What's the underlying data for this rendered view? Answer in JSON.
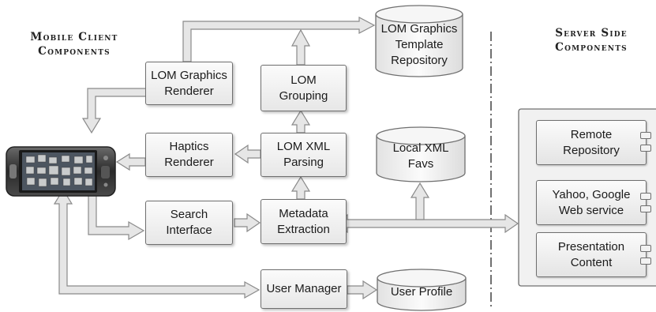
{
  "titles": {
    "mobile": [
      "Mobile Client",
      "Components"
    ],
    "server": [
      "Server Side",
      "Components"
    ]
  },
  "boxes": {
    "lom_graphics_renderer": [
      "LOM Graphics",
      "Renderer"
    ],
    "lom_grouping": [
      "LOM",
      "Grouping"
    ],
    "haptics_renderer": [
      "Haptics",
      "Renderer"
    ],
    "lom_xml_parsing": [
      "LOM XML",
      "Parsing"
    ],
    "search_interface": [
      "Search",
      "Interface"
    ],
    "metadata_extraction": [
      "Metadata",
      "Extraction"
    ],
    "user_manager": [
      "User Manager"
    ]
  },
  "databases": {
    "lom_graphics_template_repository": [
      "LOM Graphics",
      "Template",
      "Repository"
    ],
    "local_xml_favs": [
      "Local XML",
      "Favs"
    ],
    "user_profile": [
      "User Profile"
    ]
  },
  "server_components": {
    "remote_repository": [
      "Remote",
      "Repository"
    ],
    "yahoo_google_web_service": [
      "Yahoo, Google",
      "Web service"
    ],
    "presentation_content": [
      "Presentation",
      "Content"
    ]
  },
  "icons": {
    "device": "smartphone-icon",
    "divider": "dash-dot-line"
  },
  "colors": {
    "box_border": "#6f6f6f",
    "arrow_fill": "#e6e6e6",
    "arrow_stroke": "#8a8a8a"
  }
}
